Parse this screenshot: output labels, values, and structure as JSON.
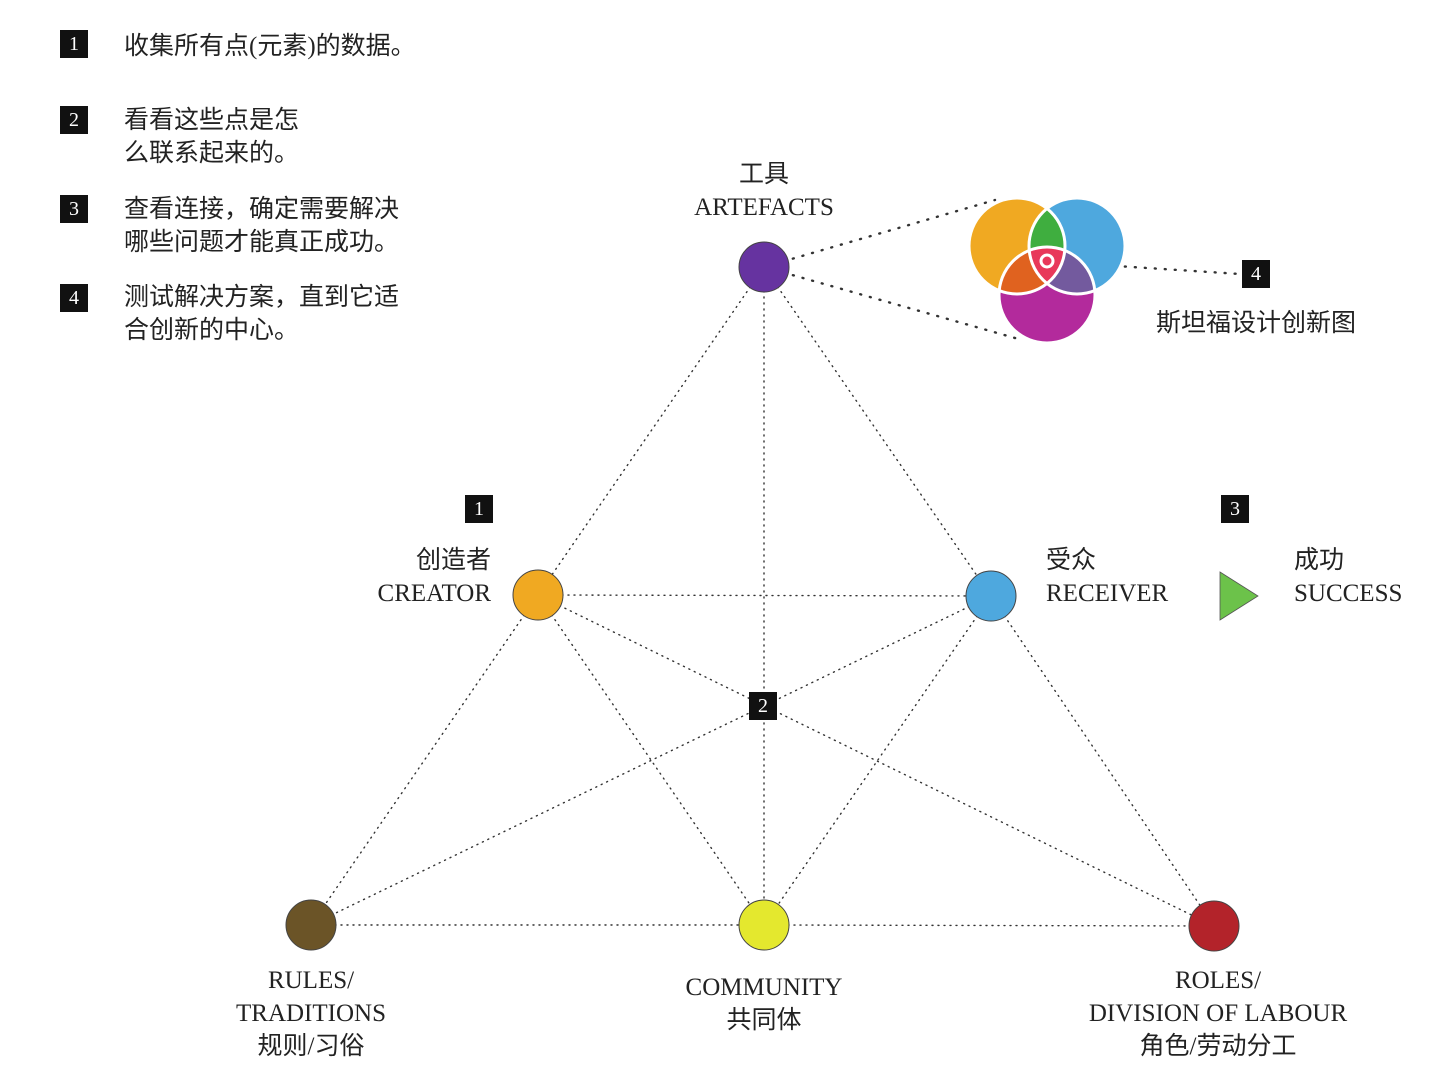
{
  "steps": [
    {
      "num": "1",
      "text_lines": [
        "收集所有点(元素)的数据。"
      ]
    },
    {
      "num": "2",
      "text_lines": [
        "看看这些点是怎",
        "么联系起来的。"
      ]
    },
    {
      "num": "3",
      "text_lines": [
        "查看连接，确定需要解决",
        "哪些问题才能真正成功。"
      ]
    },
    {
      "num": "4",
      "text_lines": [
        "测试解决方案，直到它适",
        "合创新的中心。"
      ]
    }
  ],
  "nodes": {
    "artefacts": {
      "zh": "工具",
      "en": "ARTEFACTS",
      "color": "#6633a0"
    },
    "creator": {
      "zh": "创造者",
      "en": "CREATOR",
      "color": "#f0a922",
      "badge": "1"
    },
    "receiver": {
      "zh": "受众",
      "en": "RECEIVER",
      "color": "#4ea8de"
    },
    "rules": {
      "en1": "RULES/",
      "en2": "TRADITIONS",
      "zh": "规则/习俗",
      "color": "#6b5427"
    },
    "community": {
      "en": "COMMUNITY",
      "zh": "共同体",
      "color": "#e4e82e"
    },
    "roles": {
      "en1": "ROLES/",
      "en2": "DIVISION OF LABOUR",
      "zh": "角色/劳动分工",
      "color": "#b3232a"
    }
  },
  "center_badge": "2",
  "success": {
    "zh": "成功",
    "en": "SUCCESS",
    "badge": "3",
    "color": "#6cc24a"
  },
  "venn": {
    "badge": "4",
    "label": "斯坦福设计创新图",
    "colors": {
      "orange": "#f0a922",
      "blue": "#4ea8de",
      "magenta": "#b32a9c",
      "green": "#3fae3f",
      "dark_orange": "#e0621f",
      "purple": "#735a9e",
      "center": "#e8385a"
    }
  }
}
